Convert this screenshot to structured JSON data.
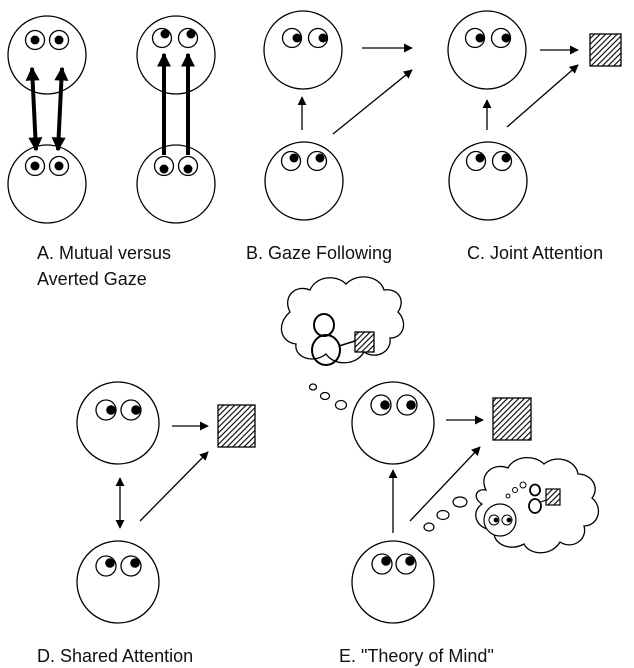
{
  "panels": {
    "a": {
      "label_line1": "A. Mutual versus",
      "label_line2": "Averted Gaze"
    },
    "b": {
      "label": "B. Gaze Following"
    },
    "c": {
      "label": "C. Joint Attention"
    },
    "d": {
      "label": "D. Shared Attention"
    },
    "e": {
      "label": "E. \"Theory of Mind\""
    }
  },
  "colors": {
    "stroke": "#000000",
    "background": "#ffffff"
  }
}
